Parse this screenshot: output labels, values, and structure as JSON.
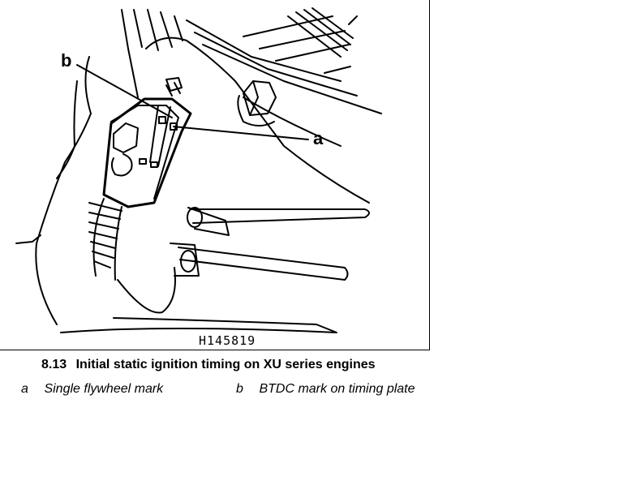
{
  "figure": {
    "callouts": {
      "a": "a",
      "b": "b"
    },
    "drawing_ref": "H145819"
  },
  "caption": {
    "number": "8.13",
    "title": "Initial static ignition timing on XU series engines"
  },
  "legend": [
    {
      "key": "a",
      "text": "Single flywheel mark"
    },
    {
      "key": "b",
      "text": "BTDC mark on timing plate"
    }
  ]
}
